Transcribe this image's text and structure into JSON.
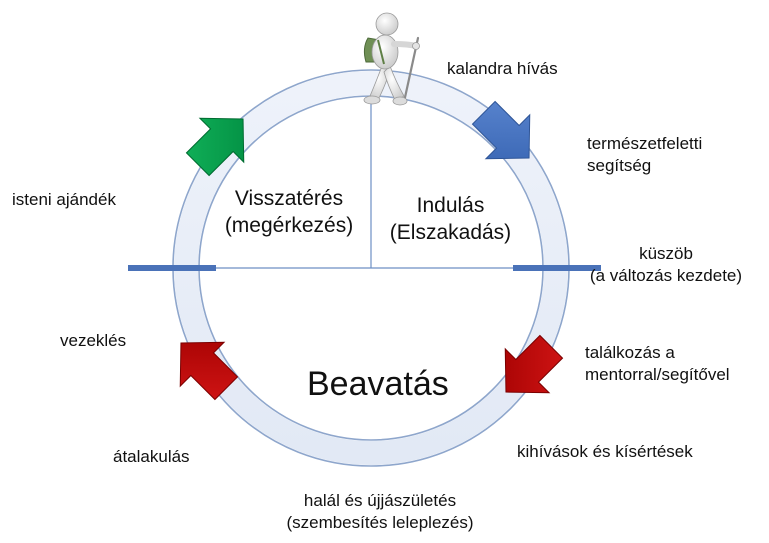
{
  "phases": {
    "return": {
      "line1": "Visszatérés",
      "line2": "(megérkezés)"
    },
    "departure": {
      "line1": "Indulás",
      "line2": "(Elszakadás)"
    },
    "initiation": "Beavatás"
  },
  "stages": {
    "call": "kalandra hívás",
    "aid": {
      "line1": "természetfeletti",
      "line2": "segítség"
    },
    "threshold": {
      "line1": "küszöb",
      "line2": "(a változás kezdete)"
    },
    "mentor": {
      "line1": "találkozás a",
      "line2": "mentorral/segítővel"
    },
    "trials": "kihívások és kísértések",
    "death_rebirth": {
      "line1": "halál és újjászületés",
      "line2": "(szembesítés leleplezés)"
    },
    "transformation": "átalakulás",
    "atonement": "vezeklés",
    "gift": "isteni ajándék"
  },
  "colors": {
    "ring_fill": "#e8eef8",
    "ring_stroke": "#8ea6cc",
    "divider_line": "#6d8fc4",
    "threshold_bar": "#4a72b8",
    "arrow_blue": "#4472c4",
    "arrow_red": "#c00000",
    "arrow_green": "#00a050"
  },
  "icons": {
    "arrow_departure": "arrow-down-right-icon",
    "arrow_initiation": "arrow-down-left-icon",
    "arrow_return_lower": "arrow-up-left-icon",
    "arrow_return_upper": "arrow-up-right-icon",
    "hiker": "hiker-figure-icon"
  }
}
